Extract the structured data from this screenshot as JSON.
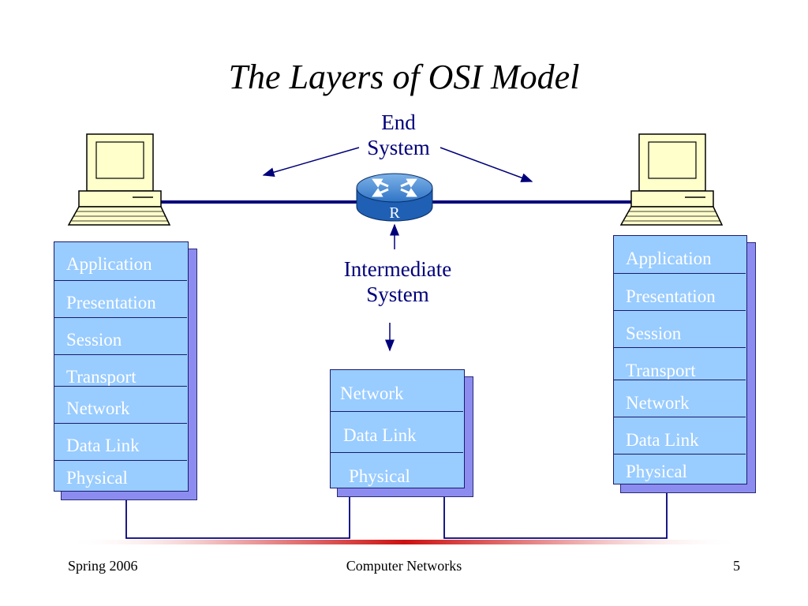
{
  "slide": {
    "title": "The Layers of OSI Model",
    "end_system_label": "End\nSystem",
    "end_system_line1": "End",
    "end_system_line2": "System",
    "intermediate_line1": "Intermediate",
    "intermediate_line2": "System",
    "router_label": "R"
  },
  "left_stack": [
    "Application",
    "Presentation",
    "Session",
    "Transport",
    "Network",
    "Data Link",
    "Physical"
  ],
  "middle_stack": [
    "Network",
    "Data Link",
    "Physical"
  ],
  "right_stack": [
    "Application",
    "Presentation",
    "Session",
    "Transport",
    "Network",
    "Data Link",
    "Physical"
  ],
  "footer": {
    "left": "Spring 2006",
    "center": "Computer Networks",
    "right": "5"
  },
  "colors": {
    "layer_fill": "#99ccff",
    "layer_shadow": "#8c8cf0",
    "link_line": "#00007a",
    "label_text": "#00007a",
    "divider_red": "#cc2222"
  }
}
